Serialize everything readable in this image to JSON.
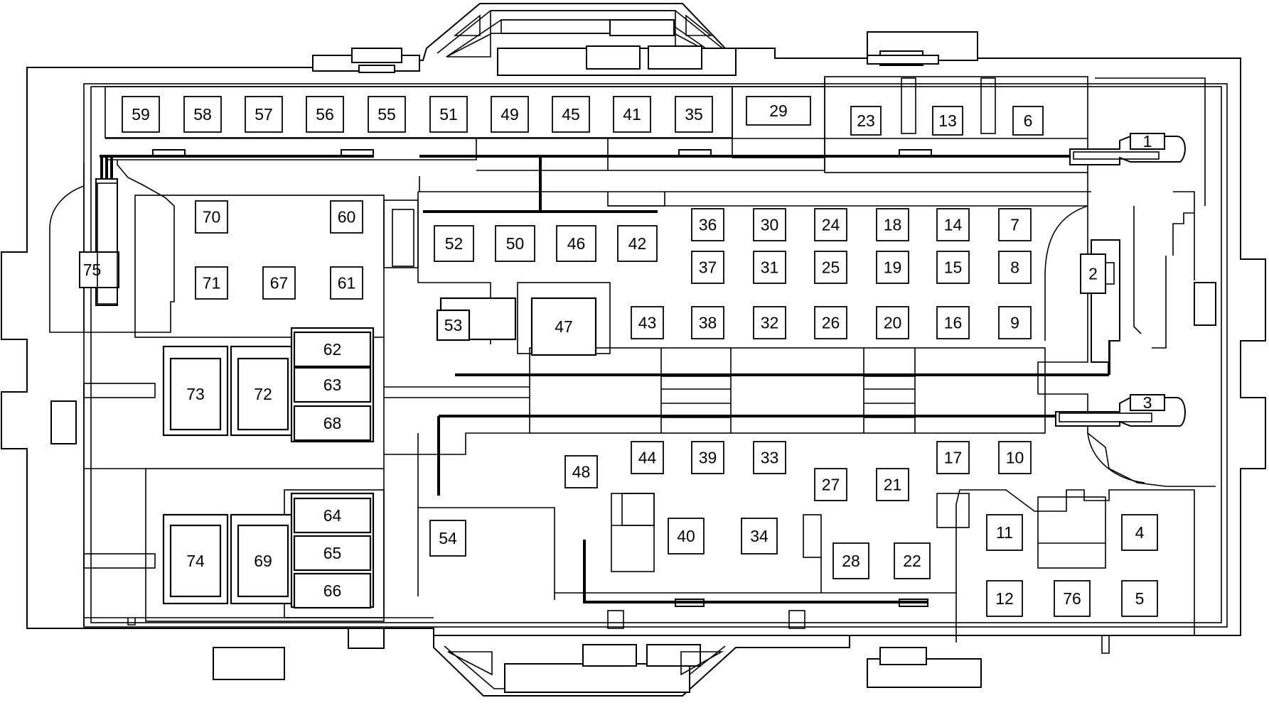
{
  "diagram": {
    "type": "fuse-box-layout",
    "fuses": [
      {
        "id": "59",
        "label": "59"
      },
      {
        "id": "58",
        "label": "58"
      },
      {
        "id": "57",
        "label": "57"
      },
      {
        "id": "56",
        "label": "56"
      },
      {
        "id": "55",
        "label": "55"
      },
      {
        "id": "51",
        "label": "51"
      },
      {
        "id": "49",
        "label": "49"
      },
      {
        "id": "45",
        "label": "45"
      },
      {
        "id": "41",
        "label": "41"
      },
      {
        "id": "35",
        "label": "35"
      },
      {
        "id": "29",
        "label": "29"
      },
      {
        "id": "23",
        "label": "23"
      },
      {
        "id": "13",
        "label": "13"
      },
      {
        "id": "6",
        "label": "6"
      },
      {
        "id": "1",
        "label": "1"
      },
      {
        "id": "70",
        "label": "70"
      },
      {
        "id": "60",
        "label": "60"
      },
      {
        "id": "71",
        "label": "71"
      },
      {
        "id": "67",
        "label": "67"
      },
      {
        "id": "61",
        "label": "61"
      },
      {
        "id": "75",
        "label": "75"
      },
      {
        "id": "52",
        "label": "52"
      },
      {
        "id": "50",
        "label": "50"
      },
      {
        "id": "46",
        "label": "46"
      },
      {
        "id": "42",
        "label": "42"
      },
      {
        "id": "36",
        "label": "36"
      },
      {
        "id": "30",
        "label": "30"
      },
      {
        "id": "24",
        "label": "24"
      },
      {
        "id": "18",
        "label": "18"
      },
      {
        "id": "14",
        "label": "14"
      },
      {
        "id": "7",
        "label": "7"
      },
      {
        "id": "37",
        "label": "37"
      },
      {
        "id": "31",
        "label": "31"
      },
      {
        "id": "25",
        "label": "25"
      },
      {
        "id": "19",
        "label": "19"
      },
      {
        "id": "15",
        "label": "15"
      },
      {
        "id": "8",
        "label": "8"
      },
      {
        "id": "2",
        "label": "2"
      },
      {
        "id": "53",
        "label": "53"
      },
      {
        "id": "47",
        "label": "47"
      },
      {
        "id": "43",
        "label": "43"
      },
      {
        "id": "38",
        "label": "38"
      },
      {
        "id": "32",
        "label": "32"
      },
      {
        "id": "26",
        "label": "26"
      },
      {
        "id": "20",
        "label": "20"
      },
      {
        "id": "16",
        "label": "16"
      },
      {
        "id": "9",
        "label": "9"
      },
      {
        "id": "62",
        "label": "62"
      },
      {
        "id": "63",
        "label": "63"
      },
      {
        "id": "68",
        "label": "68"
      },
      {
        "id": "73",
        "label": "73"
      },
      {
        "id": "72",
        "label": "72"
      },
      {
        "id": "3",
        "label": "3"
      },
      {
        "id": "44",
        "label": "44"
      },
      {
        "id": "39",
        "label": "39"
      },
      {
        "id": "33",
        "label": "33"
      },
      {
        "id": "48",
        "label": "48"
      },
      {
        "id": "17",
        "label": "17"
      },
      {
        "id": "10",
        "label": "10"
      },
      {
        "id": "27",
        "label": "27"
      },
      {
        "id": "21",
        "label": "21"
      },
      {
        "id": "40",
        "label": "40"
      },
      {
        "id": "34",
        "label": "34"
      },
      {
        "id": "54",
        "label": "54"
      },
      {
        "id": "11",
        "label": "11"
      },
      {
        "id": "4",
        "label": "4"
      },
      {
        "id": "28",
        "label": "28"
      },
      {
        "id": "22",
        "label": "22"
      },
      {
        "id": "64",
        "label": "64"
      },
      {
        "id": "65",
        "label": "65"
      },
      {
        "id": "66",
        "label": "66"
      },
      {
        "id": "74",
        "label": "74"
      },
      {
        "id": "69",
        "label": "69"
      },
      {
        "id": "12",
        "label": "12"
      },
      {
        "id": "76",
        "label": "76"
      },
      {
        "id": "5",
        "label": "5"
      }
    ]
  }
}
